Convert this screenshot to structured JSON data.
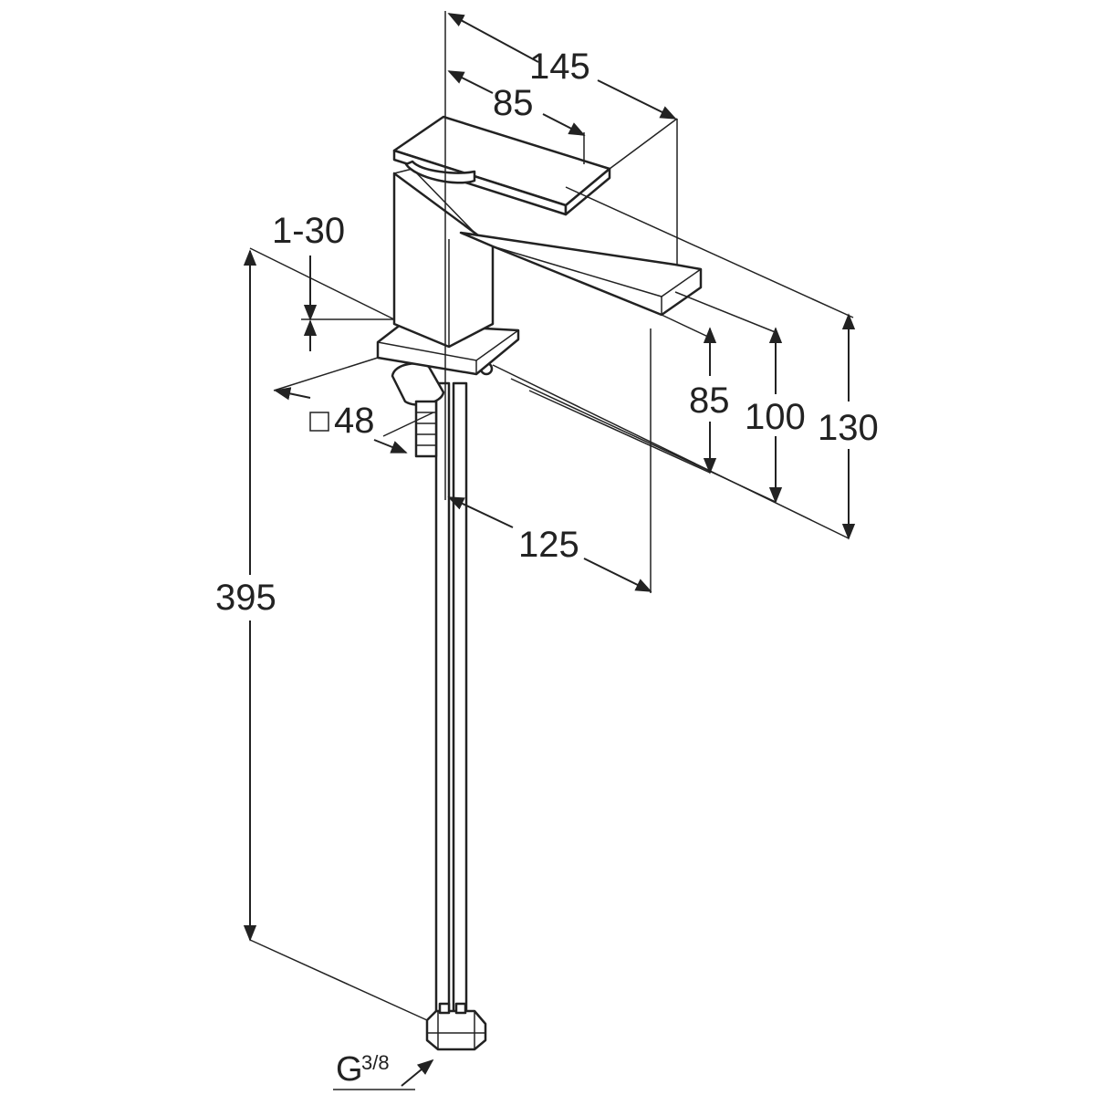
{
  "dimensions": {
    "overall_depth": "145",
    "lever_length": "85",
    "clamping_range": "1-30",
    "base_square": "48",
    "spout_reach": "125",
    "spout_height": "85",
    "lever_height": "100",
    "total_height": "130",
    "hose_length": "395",
    "thread": "G",
    "thread_fraction": "3/8"
  },
  "symbols": {
    "square_symbol": "square-outline"
  }
}
